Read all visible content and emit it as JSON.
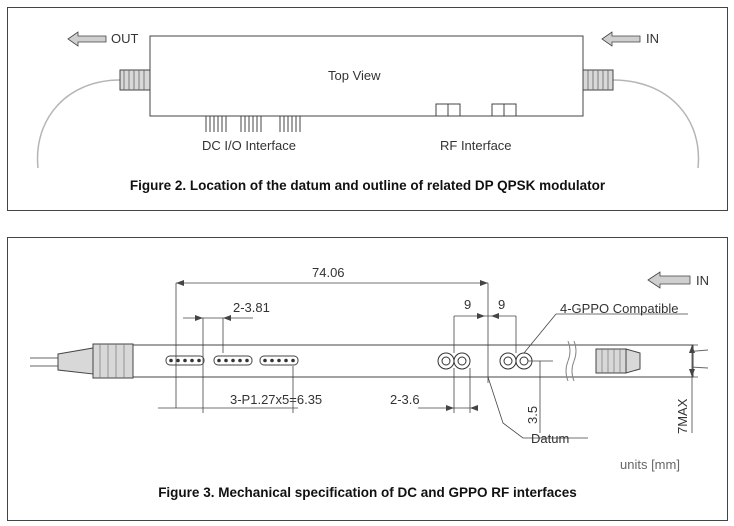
{
  "figure2": {
    "caption": "Figure 2. Location of the datum and outline of related DP QPSK modulator",
    "out_label": "OUT",
    "in_label": "IN",
    "top_view_label": "Top View",
    "dc_label": "DC I/O Interface",
    "rf_label": "RF Interface"
  },
  "figure3": {
    "caption": "Figure 3. Mechanical specification of DC and GPPO RF interfaces",
    "in_label": "IN",
    "dim_total": "74.06",
    "dim_pitch": "2-3.81",
    "dim_gap1": "9",
    "dim_gap2": "9",
    "gppo_label": "4-GPPO Compatible",
    "dim_pins": "3-P1.27x5=6.35",
    "dim_gppo": "2-3.6",
    "dim_height": "3.5",
    "datum_label": "Datum",
    "dim_max": "7MAX",
    "units_label": "units [mm]"
  },
  "colors": {
    "line": "#444444",
    "arrow_fill": "#cfcfcf",
    "fiber": "#b5b5b5"
  }
}
